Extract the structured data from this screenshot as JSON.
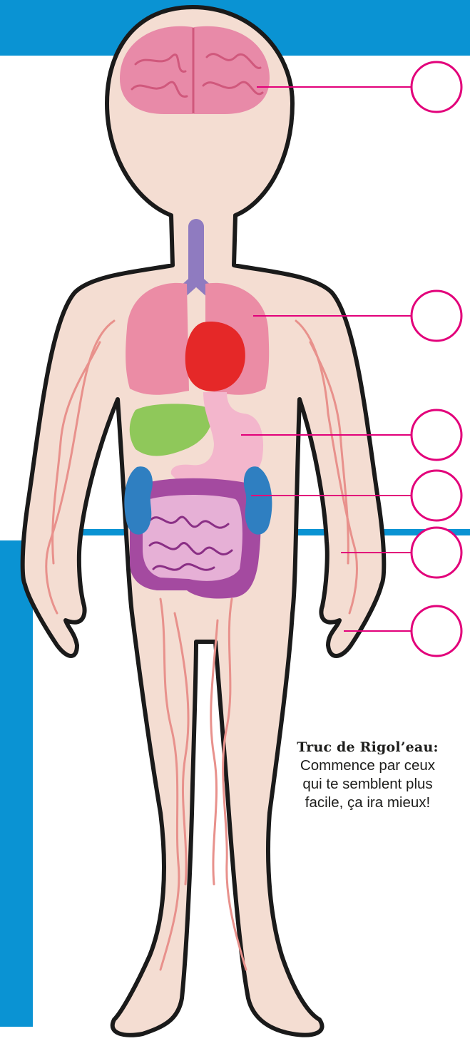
{
  "tip": {
    "title": "Truc de Rigol’eau:",
    "lines": [
      "Commence par ceux",
      "qui te semblent plus",
      "facile, ça ira mieux!"
    ]
  },
  "answer_circles": [
    {
      "target": "brain",
      "answer": ""
    },
    {
      "target": "lungs",
      "answer": ""
    },
    {
      "target": "stomach",
      "answer": ""
    },
    {
      "target": "kidney",
      "answer": ""
    },
    {
      "target": "blood-vessels",
      "answer": ""
    },
    {
      "target": "skin",
      "answer": ""
    }
  ],
  "colors": {
    "band": "#0a93d3",
    "leader": "#e2007a",
    "skin": "#f4ddd2",
    "brain": "#e88aa8",
    "trachea": "#8f7bc0",
    "lungs": "#eb8ca5",
    "heart": "#e52828",
    "liver": "#8fc85a",
    "stomach": "#f3b6cc",
    "kidney": "#2f7fc1",
    "large_intestine": "#a44aa0",
    "small_intestine": "#e6b0d6",
    "vessels": "#e8918c"
  }
}
